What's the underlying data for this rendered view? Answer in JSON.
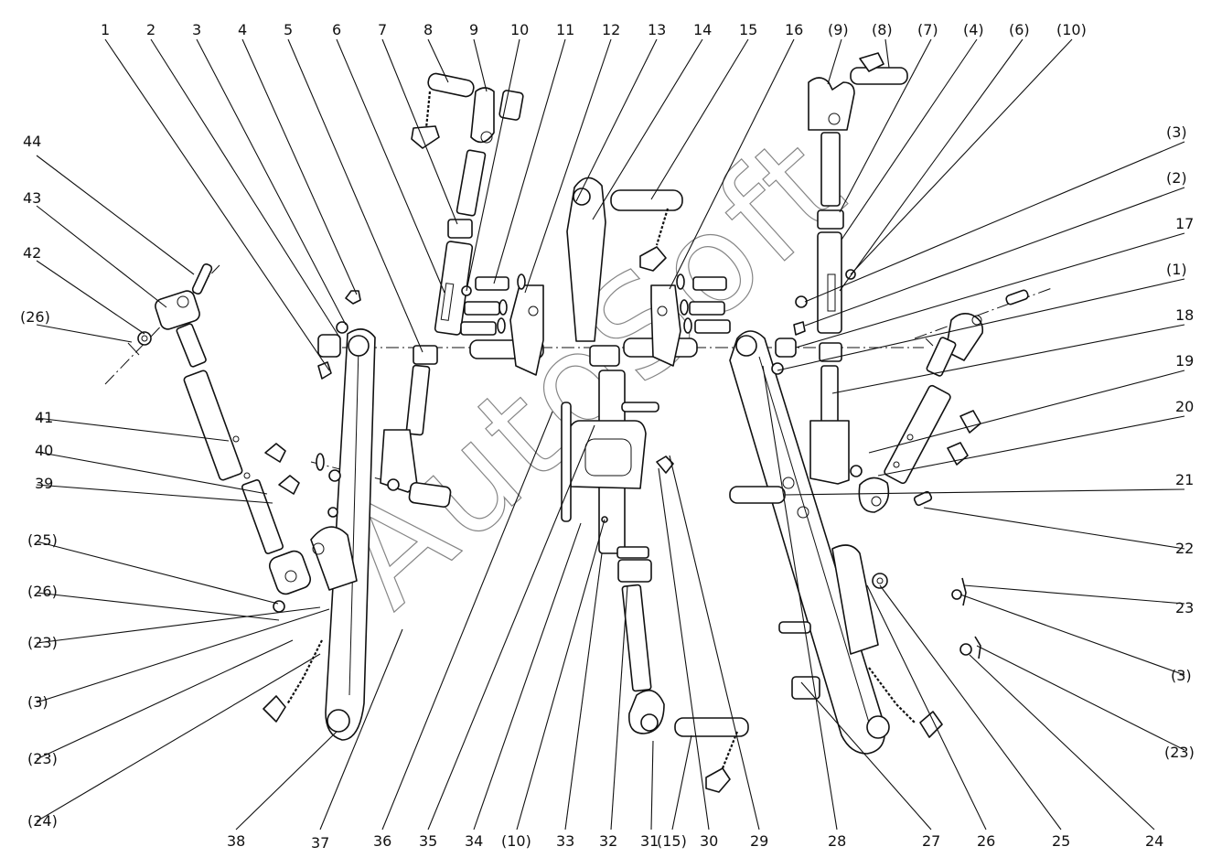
{
  "watermark": "AutoSoft",
  "callouts": {
    "1": "1",
    "2": "2",
    "3": "3",
    "4": "4",
    "5": "5",
    "6": "6",
    "7": "7",
    "8": "8",
    "9": "9",
    "10": "10",
    "11": "11",
    "12": "12",
    "13": "13",
    "14": "14",
    "15": "15",
    "16": "16",
    "r9": "(9)",
    "r8": "(8)",
    "r7": "(7)",
    "r4": "(4)",
    "r6": "(6)",
    "r10": "(10)",
    "r3a": "(3)",
    "r2": "(2)",
    "n17": "17",
    "r1": "(1)",
    "n18": "18",
    "n19": "19",
    "n20": "20",
    "n21": "21",
    "n22": "22",
    "n23": "23",
    "r3b": "(3)",
    "r23a": "(23)",
    "n44": "44",
    "n43": "43",
    "n42": "42",
    "r26a": "(26)",
    "n41": "41",
    "n40": "40",
    "n39": "39",
    "r25": "(25)",
    "r26b": "(26)",
    "r23b": "(23)",
    "r3c": "(3)",
    "r23c": "(23)",
    "r24": "(24)",
    "n38": "38",
    "n37": "37",
    "n36": "36",
    "n35": "35",
    "n34": "34",
    "r10b": "(10)",
    "n33": "33",
    "n32": "32",
    "n31": "31",
    "r15": "(15)",
    "n30": "30",
    "n29": "29",
    "n28": "28",
    "n27": "27",
    "n26": "26",
    "n25": "25",
    "n24": "24"
  }
}
